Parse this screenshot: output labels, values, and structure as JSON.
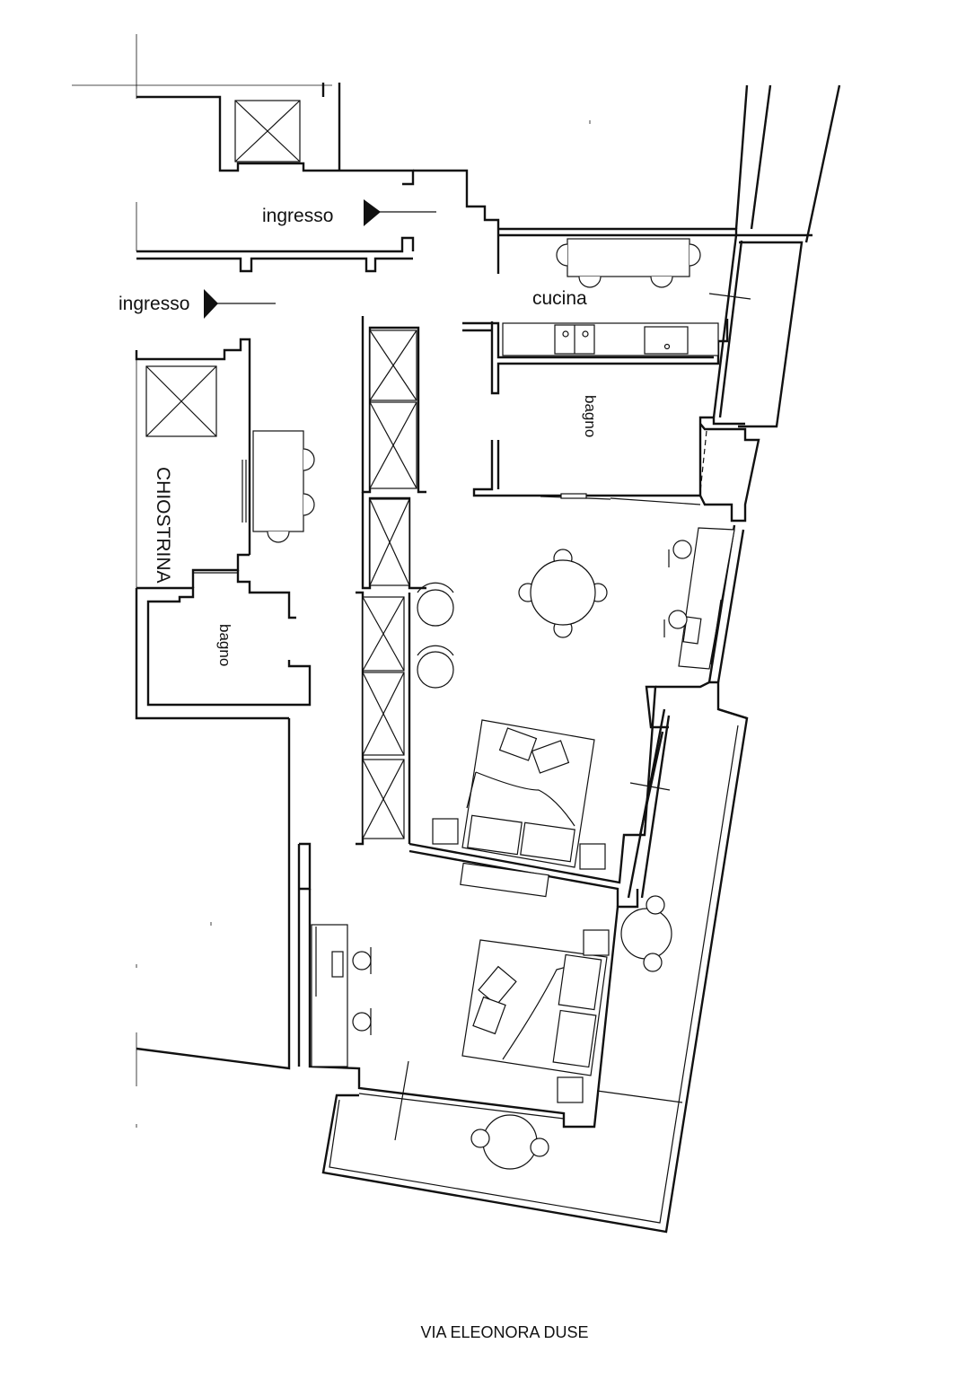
{
  "plan": {
    "entrance_labels": [
      "ingresso",
      "ingresso"
    ],
    "rooms": {
      "kitchen": "cucina",
      "bathroom_1": "bagno",
      "bathroom_2": "bagno",
      "courtyard": "CHIOSTRINA"
    },
    "street": "VIA ELEONORA DUSE"
  }
}
